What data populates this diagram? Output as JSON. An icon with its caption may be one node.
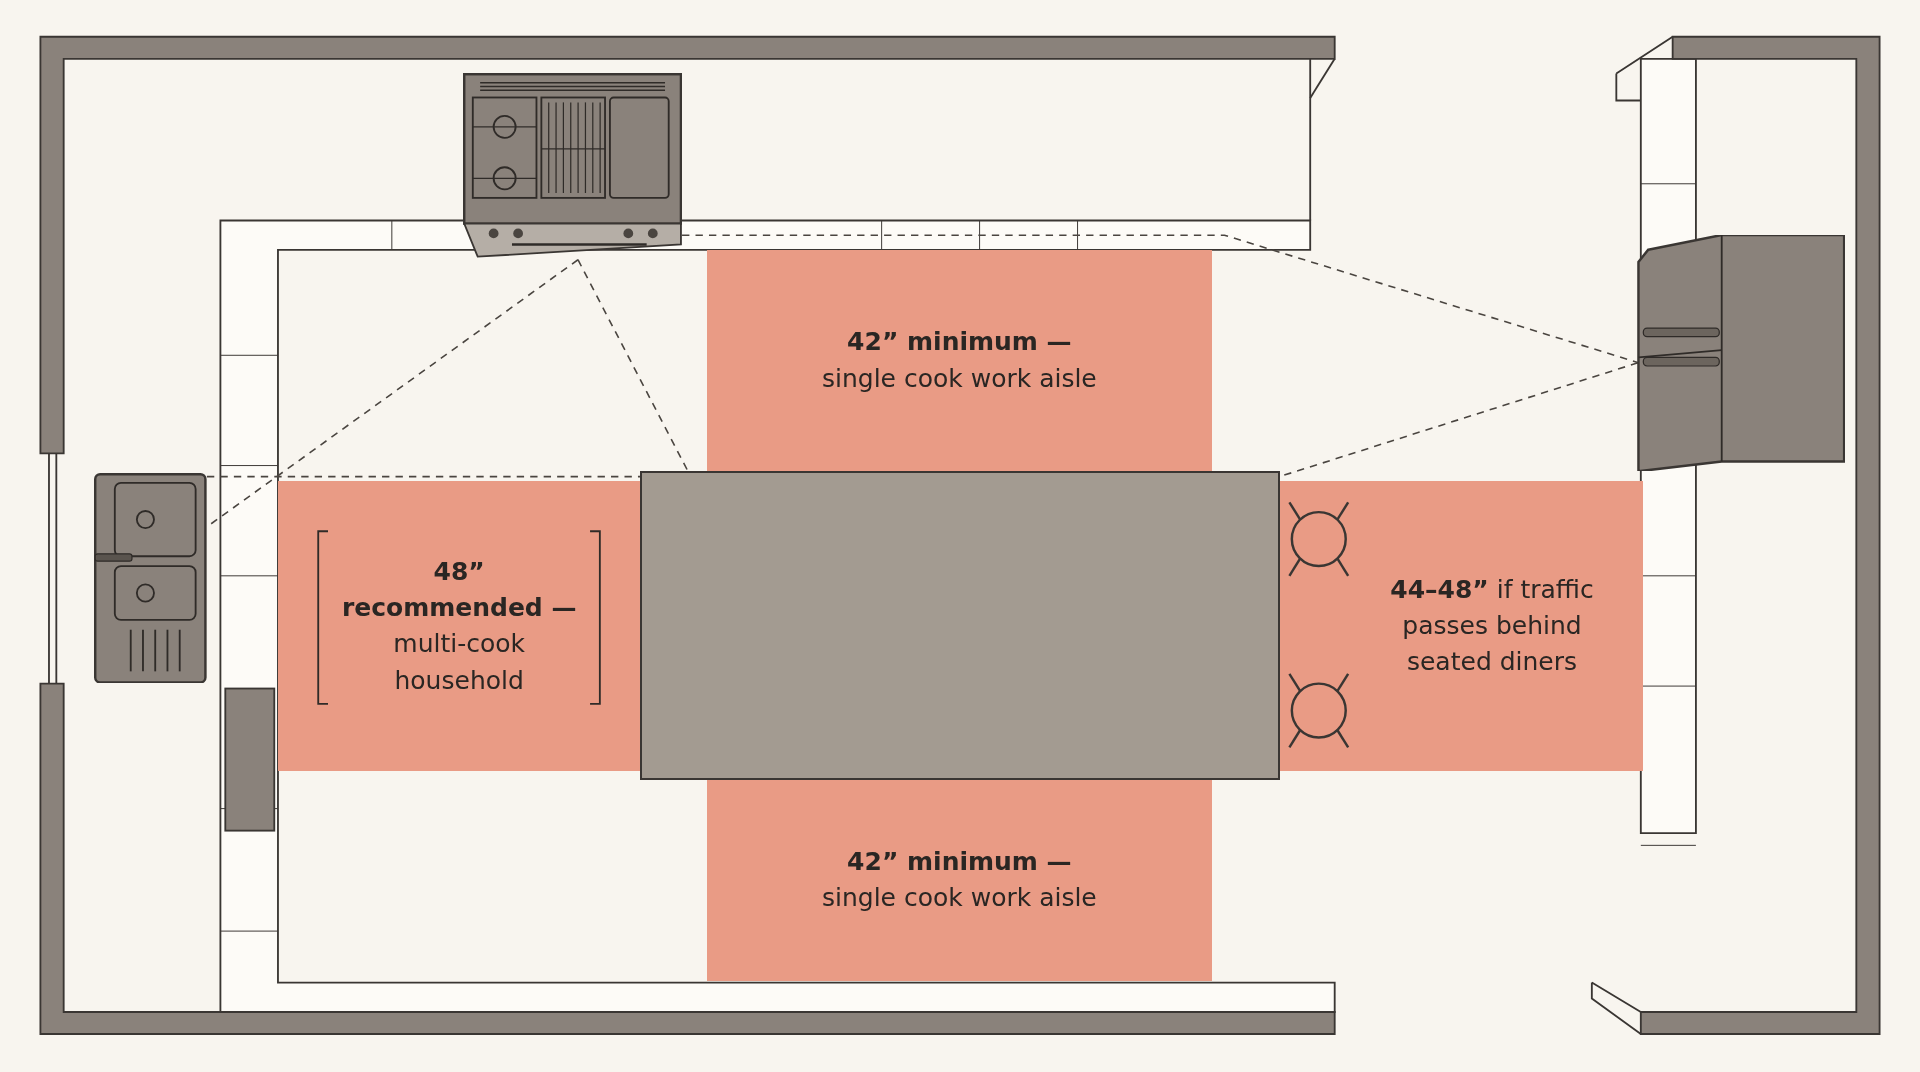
{
  "diagram": {
    "nodes": [
      {
        "text": [],
        "shape": "picture"
      },
      {
        "text": [],
        "shape": "picture"
      },
      {
        "text": [
          "42” minimum —",
          "single cook work aisle"
        ]
      },
      {
        "text": [],
        "shape": "picture"
      },
      {
        "text": [],
        "shape": "box"
      },
      {
        "text": [
          "48” recommended —",
          "multi-cook household"
        ]
      },
      {
        "text": [
          "**44–48”** if traffic passes behind seated diners"
        ]
      },
      {
        "text": [
          "42” minimum —",
          "single cook work aisle"
        ]
      }
    ],
    "edges": [
      {
        "from": 0,
        "to": 3,
        "arrow": "none",
        "style": "dashed"
      },
      {
        "from": 0,
        "to": 1,
        "arrow": "none",
        "style": "dashed"
      },
      {
        "from": 3,
        "to": 1,
        "arrow": "none",
        "style": "dashed"
      },
      {
        "from": 0,
        "to": 4,
        "arrow": "none",
        "style": "dashed"
      }
    ]
  }
}
